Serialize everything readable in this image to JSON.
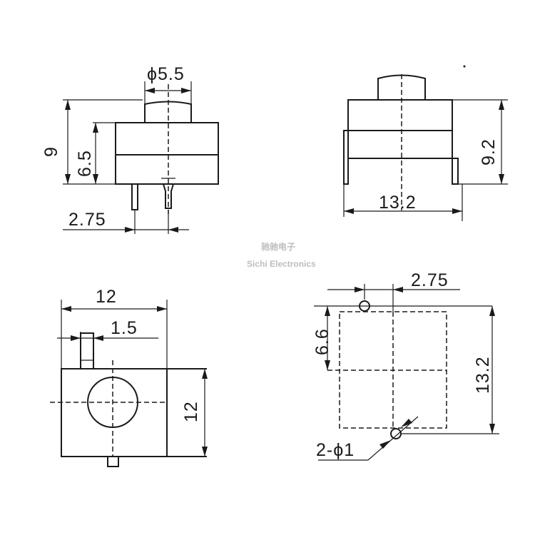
{
  "watermark": {
    "line1": "驰驰电子",
    "line2": "Sichi Electronics"
  },
  "views": {
    "front": {
      "diameter": "ϕ5.5",
      "height_total": "9",
      "height_body": "6.5",
      "pin_pitch": "2.75"
    },
    "side": {
      "height": "9.2",
      "width": "13.2"
    },
    "top": {
      "width": "12",
      "pin_offset": "1.5",
      "depth": "12"
    },
    "footprint": {
      "pin_pitch": "2.75",
      "half_height": "6.6",
      "height": "13.2",
      "hole_spec": "2-ϕ1"
    }
  }
}
